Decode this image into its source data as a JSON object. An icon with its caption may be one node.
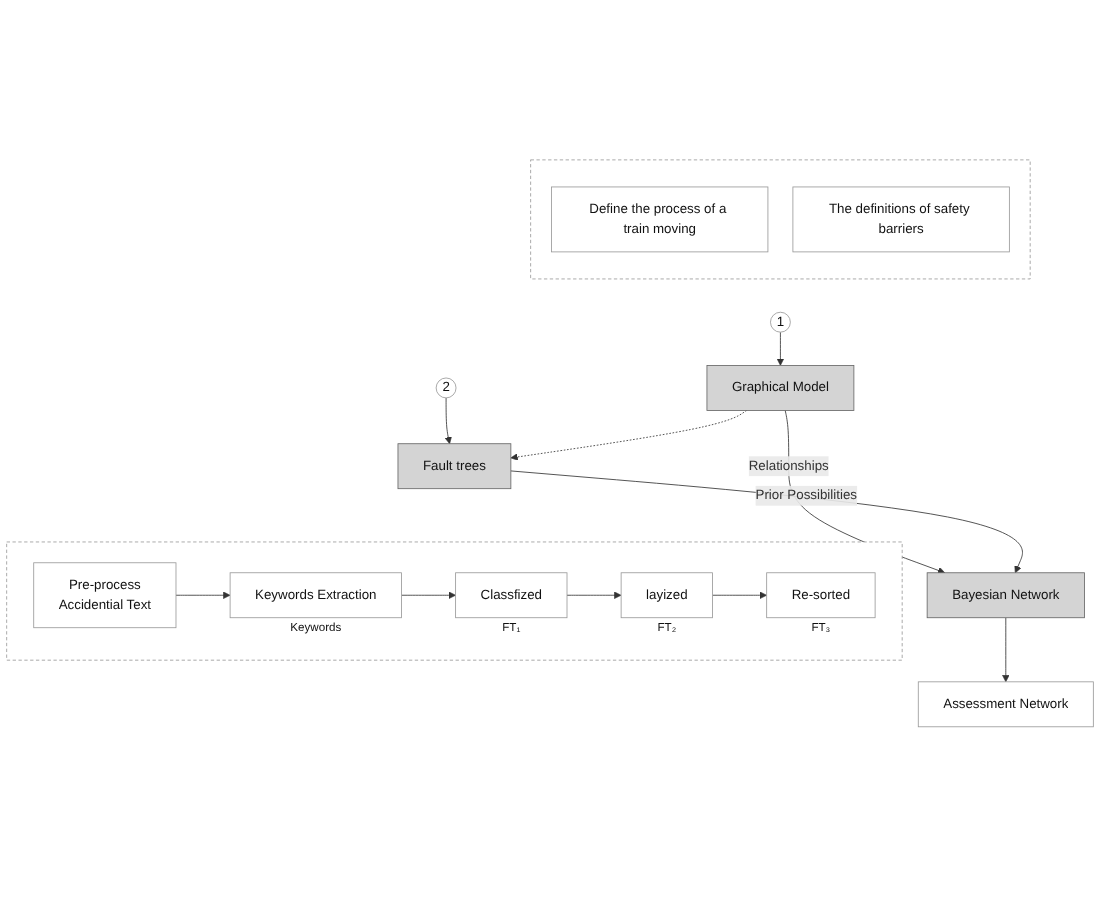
{
  "diagram": {
    "nodes": [
      {
        "text": [],
        "shape": "box"
      },
      {
        "text": [
          "Define the process of a train moving"
        ],
        "in": 0
      },
      {
        "text": [
          "The definitions of safety barriers"
        ],
        "in": 0
      },
      {
        "text": [
          "1"
        ]
      },
      {
        "text": [
          "Graphical Model"
        ]
      },
      {
        "text": [
          "Fault trees"
        ]
      },
      {
        "text": [
          "Bayesian Network"
        ]
      },
      {
        "text": [
          "Assessment Network"
        ]
      },
      {
        "text": [
          "2"
        ]
      },
      {
        "text": [],
        "shape": "box"
      },
      {
        "text": [
          "Pre-process",
          "Accidential Text"
        ],
        "in": 9
      },
      {
        "text": [
          "Keywords Extraction"
        ],
        "beside": [
          "Keywords"
        ],
        "in": 9
      },
      {
        "text": [
          "Classfized"
        ],
        "beside": [
          "FT₁"
        ],
        "in": 9
      },
      {
        "text": [
          "layized"
        ],
        "beside": [
          "FT₂"
        ],
        "in": 9
      },
      {
        "text": [
          "Re-sorted"
        ],
        "beside": [
          "FT₃"
        ],
        "in": 9
      }
    ],
    "edges": [
      {
        "from": 3,
        "to": 4,
        "arrow": "to"
      },
      {
        "from": 8,
        "to": 5,
        "arrow": "to"
      },
      {
        "from": 4,
        "to": 5,
        "arrow": "to",
        "style": "dashed"
      },
      {
        "from": 4,
        "to": 6,
        "arrow": "to",
        "label": "Relationships"
      },
      {
        "from": 5,
        "to": 6,
        "arrow": "to",
        "label": "Prior Possibilities"
      },
      {
        "from": 6,
        "to": 7,
        "arrow": "to"
      },
      {
        "from": 10,
        "to": 11,
        "arrow": "to"
      },
      {
        "from": 11,
        "to": 12,
        "arrow": "to"
      },
      {
        "from": 12,
        "to": 13,
        "arrow": "to"
      },
      {
        "from": 13,
        "to": 14,
        "arrow": "to"
      }
    ]
  }
}
